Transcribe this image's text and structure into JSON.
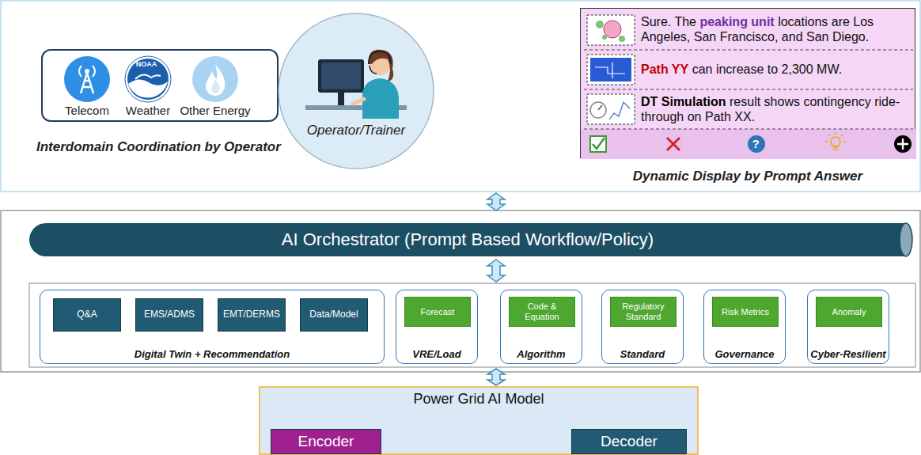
{
  "diagram": {
    "nodes": [
      {
        "text": [
          "Interdomain Coordination by Operator"
        ]
      },
      {
        "text": [
          "Telecom"
        ],
        "in": 0
      },
      {
        "text": [
          "Weather"
        ],
        "in": 0
      },
      {
        "text": [
          "Other Energy"
        ],
        "in": 0
      },
      {
        "text": [
          "Operator/Trainer"
        ]
      },
      {
        "text": [
          "Sure. The",
          "peaking unit",
          "locations are Los Angeles, San Francisco, and San Diego.",
          "Path YY",
          "can increase to 2,300 MW.",
          "DT Simulation",
          "result shows contingency ride-through on Path XX.",
          "Dynamic Display by Prompt Answer"
        ]
      },
      {
        "text": [
          "AI Orchestrator (Prompt Based Workflow/Policy)"
        ]
      },
      {
        "text": [
          "Digital Twin + Recommendation"
        ]
      },
      {
        "text": [
          "Q&A"
        ],
        "in": 7
      },
      {
        "text": [
          "EMS/ADMS"
        ],
        "in": 7
      },
      {
        "text": [
          "EMT/DERMS"
        ],
        "in": 7
      },
      {
        "text": [
          "Data/Model"
        ],
        "in": 7
      },
      {
        "text": [
          "VRE/Load"
        ]
      },
      {
        "text": [
          "Forecast"
        ],
        "in": 12
      },
      {
        "text": [
          "Algorithm"
        ]
      },
      {
        "text": [
          "Code & Equation"
        ],
        "in": 14
      },
      {
        "text": [
          "Standard"
        ]
      },
      {
        "text": [
          "Regulatory Standard"
        ],
        "in": 16
      },
      {
        "text": [
          "Governance"
        ]
      },
      {
        "text": [
          "Risk Metrics"
        ],
        "in": 18
      },
      {
        "text": [
          "Cyber-Resilient"
        ]
      },
      {
        "text": [
          "Anomaly"
        ],
        "in": 20
      },
      {
        "text": [
          "Power Grid AI Model"
        ]
      },
      {
        "text": [
          "Encoder"
        ],
        "in": 22
      },
      {
        "text": [
          "Decoder"
        ],
        "in": 22
      }
    ],
    "edges": [
      {
        "from": 23,
        "to": 24,
        "arrow": "to"
      }
    ],
    "labels": [
      "NOAA",
      "?"
    ]
  }
}
